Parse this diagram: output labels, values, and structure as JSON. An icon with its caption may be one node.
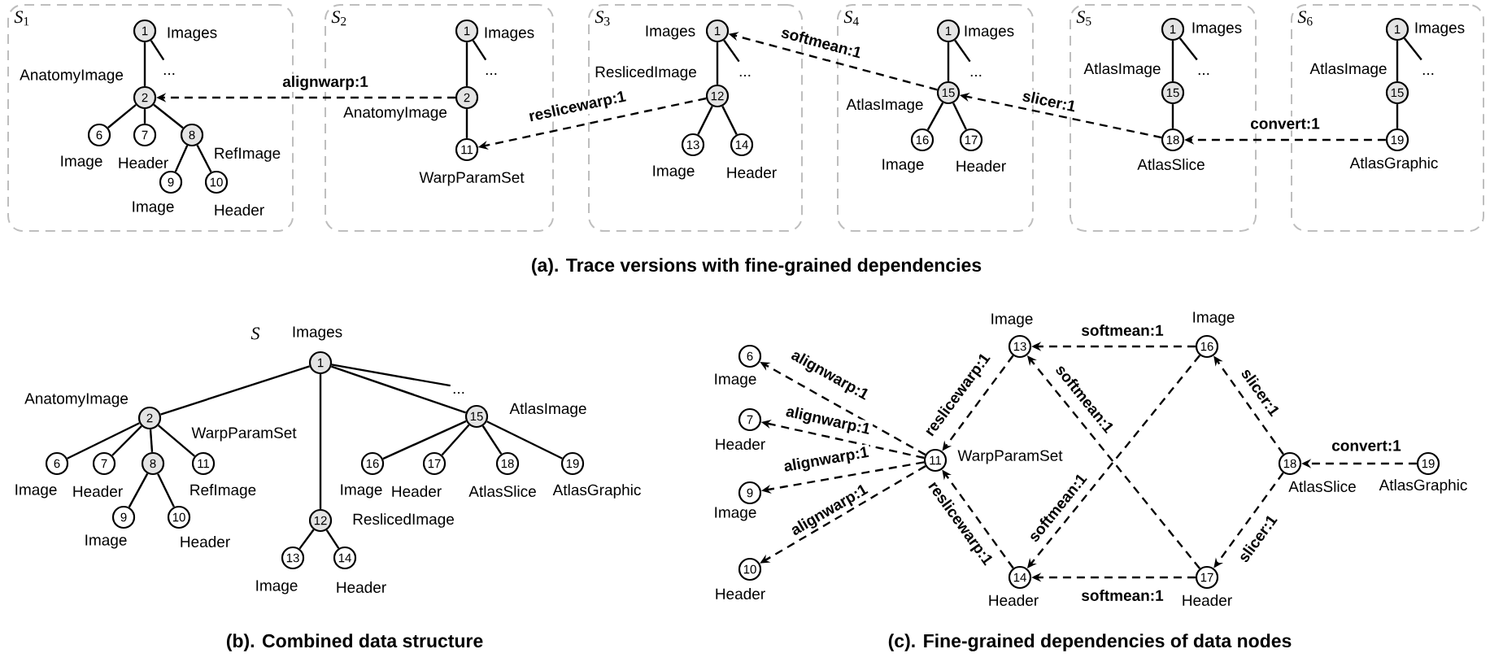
{
  "diagram": {
    "nodes": [
      {
        "text": [
          "*S*$_{1}$"
        ]
      },
      {
        "text": [
          "1"
        ],
        "beside": [
          "Images"
        ],
        "in": 0
      },
      {
        "text": [
          "..."
        ],
        "in": 0
      },
      {
        "text": [
          "2"
        ],
        "beside": [
          "AnatomyImage"
        ],
        "in": 0
      },
      {
        "text": [
          "6"
        ],
        "beside": [
          "Image"
        ],
        "in": 0
      },
      {
        "text": [
          "7"
        ],
        "beside": [
          "Header"
        ],
        "in": 0
      },
      {
        "text": [
          "8"
        ],
        "beside": [
          "RefImage"
        ],
        "in": 0
      },
      {
        "text": [
          "9"
        ],
        "beside": [
          "Image"
        ],
        "in": 0
      },
      {
        "text": [
          "10"
        ],
        "beside": [
          "Header"
        ],
        "in": 0
      },
      {
        "text": [
          "*S*$_{2}$"
        ]
      },
      {
        "text": [
          "1"
        ],
        "beside": [
          "Images"
        ],
        "in": 9
      },
      {
        "text": [
          "..."
        ],
        "in": 9
      },
      {
        "text": [
          "2"
        ],
        "beside": [
          "AnatomyImage"
        ],
        "in": 9
      },
      {
        "text": [
          "11"
        ],
        "beside": [
          "WarpParamSet"
        ],
        "in": 9
      },
      {
        "text": [
          "*S*$_{3}$"
        ]
      },
      {
        "text": [
          "1"
        ],
        "beside": [
          "Images"
        ],
        "in": 14
      },
      {
        "text": [
          "..."
        ],
        "in": 14
      },
      {
        "text": [
          "12"
        ],
        "beside": [
          "ReslicedImage"
        ],
        "in": 14
      },
      {
        "text": [
          "13"
        ],
        "beside": [
          "Image"
        ],
        "in": 14
      },
      {
        "text": [
          "14"
        ],
        "beside": [
          "Header"
        ],
        "in": 14
      },
      {
        "text": [
          "*S*$_{4}$"
        ]
      },
      {
        "text": [
          "1"
        ],
        "beside": [
          "Images"
        ],
        "in": 20
      },
      {
        "text": [
          "..."
        ],
        "in": 20
      },
      {
        "text": [
          "15"
        ],
        "beside": [
          "AtlasImage"
        ],
        "in": 20
      },
      {
        "text": [
          "16"
        ],
        "beside": [
          "Image"
        ],
        "in": 20
      },
      {
        "text": [
          "17"
        ],
        "beside": [
          "Header"
        ],
        "in": 20
      },
      {
        "text": [
          "*S*$_{5}$"
        ]
      },
      {
        "text": [
          "1"
        ],
        "beside": [
          "Images"
        ],
        "in": 26
      },
      {
        "text": [
          "..."
        ],
        "in": 26
      },
      {
        "text": [
          "15"
        ],
        "beside": [
          "AtlasImage"
        ],
        "in": 26
      },
      {
        "text": [
          "18"
        ],
        "beside": [
          "AtlasSlice"
        ],
        "in": 26
      },
      {
        "text": [
          "*S*$_{6}$"
        ]
      },
      {
        "text": [
          "1"
        ],
        "beside": [
          "Images"
        ],
        "in": 31
      },
      {
        "text": [
          "..."
        ],
        "in": 31
      },
      {
        "text": [
          "15"
        ],
        "beside": [
          "AtlasImage"
        ],
        "in": 31
      },
      {
        "text": [
          "19"
        ],
        "beside": [
          "AtlasGraphic"
        ],
        "in": 31
      },
      {
        "text": [
          "1"
        ],
        "beside": [
          "Images"
        ]
      },
      {
        "text": [
          "..."
        ]
      },
      {
        "text": [
          "2"
        ],
        "beside": [
          "AnatomyImage"
        ]
      },
      {
        "text": [
          "6"
        ],
        "beside": [
          "Image"
        ]
      },
      {
        "text": [
          "7"
        ],
        "beside": [
          "Header"
        ]
      },
      {
        "text": [
          "8"
        ]
      },
      {
        "text": [
          "9"
        ],
        "beside": [
          "Image"
        ]
      },
      {
        "text": [
          "10"
        ],
        "beside": [
          "Header"
        ]
      },
      {
        "text": [
          "11"
        ],
        "beside": [
          "WarpParamSet"
        ]
      },
      {
        "text": [
          "12"
        ],
        "beside": [
          "ReslicedImage"
        ]
      },
      {
        "text": [
          "13"
        ],
        "beside": [
          "Image"
        ]
      },
      {
        "text": [
          "14"
        ],
        "beside": [
          "Header"
        ]
      },
      {
        "text": [
          "15"
        ],
        "beside": [
          "AtlasImage"
        ]
      },
      {
        "text": [
          "16"
        ],
        "beside": [
          "Image"
        ]
      },
      {
        "text": [
          "17"
        ],
        "beside": [
          "Header"
        ]
      },
      {
        "text": [
          "18"
        ],
        "beside": [
          "AtlasSlice"
        ]
      },
      {
        "text": [
          "19"
        ],
        "beside": [
          "AtlasGraphic"
        ]
      },
      {
        "text": [
          "6"
        ],
        "beside": [
          "Image"
        ]
      },
      {
        "text": [
          "7"
        ],
        "beside": [
          "Header"
        ]
      },
      {
        "text": [
          "9"
        ],
        "beside": [
          "Image"
        ]
      },
      {
        "text": [
          "10"
        ],
        "beside": [
          "Header"
        ]
      },
      {
        "text": [
          "11"
        ],
        "beside": [
          "WarpParamSet"
        ]
      },
      {
        "text": [
          "13"
        ],
        "beside": [
          "Image"
        ]
      },
      {
        "text": [
          "14"
        ],
        "beside": [
          "Header"
        ]
      },
      {
        "text": [
          "16"
        ],
        "beside": [
          "Image"
        ]
      },
      {
        "text": [
          "17"
        ],
        "beside": [
          "Header"
        ]
      },
      {
        "text": [
          "18"
        ],
        "beside": [
          "AtlasSlice"
        ]
      },
      {
        "text": [
          "19"
        ],
        "beside": [
          "AtlasGraphic"
        ]
      }
    ],
    "edges": [
      {
        "from": 1,
        "to": 3,
        "arrow": "none"
      },
      {
        "from": 1,
        "to": 2,
        "arrow": "none"
      },
      {
        "from": 3,
        "to": 4,
        "arrow": "none"
      },
      {
        "from": 3,
        "to": 5,
        "arrow": "none"
      },
      {
        "from": 3,
        "to": 6,
        "arrow": "none"
      },
      {
        "from": 6,
        "to": 7,
        "arrow": "none"
      },
      {
        "from": 6,
        "to": 8,
        "arrow": "none"
      },
      {
        "from": 10,
        "to": 12,
        "arrow": "none"
      },
      {
        "from": 10,
        "to": 11,
        "arrow": "none"
      },
      {
        "from": 12,
        "to": 13,
        "arrow": "none"
      },
      {
        "from": 15,
        "to": 17,
        "arrow": "none"
      },
      {
        "from": 15,
        "to": 16,
        "arrow": "none"
      },
      {
        "from": 17,
        "to": 18,
        "arrow": "none"
      },
      {
        "from": 17,
        "to": 19,
        "arrow": "none"
      },
      {
        "from": 21,
        "to": 23,
        "arrow": "none"
      },
      {
        "from": 21,
        "to": 22,
        "arrow": "none"
      },
      {
        "from": 23,
        "to": 24,
        "arrow": "none"
      },
      {
        "from": 23,
        "to": 25,
        "arrow": "none"
      },
      {
        "from": 27,
        "to": 29,
        "arrow": "none"
      },
      {
        "from": 27,
        "to": 28,
        "arrow": "none"
      },
      {
        "from": 29,
        "to": 30,
        "arrow": "none"
      },
      {
        "from": 32,
        "to": 34,
        "arrow": "none"
      },
      {
        "from": 32,
        "to": 33,
        "arrow": "none"
      },
      {
        "from": 34,
        "to": 35,
        "arrow": "none"
      },
      {
        "from": 12,
        "to": 3,
        "arrow": "to",
        "label": "alignwarp:1",
        "style": "dashed"
      },
      {
        "from": 17,
        "to": 13,
        "arrow": "to",
        "label": "reslicewarp:1",
        "style": "dashed"
      },
      {
        "from": 23,
        "to": 15,
        "arrow": "to",
        "label": "softmean:1",
        "style": "dashed"
      },
      {
        "from": 30,
        "to": 23,
        "arrow": "to",
        "label": "slicer:1",
        "style": "dashed"
      },
      {
        "from": 35,
        "to": 30,
        "arrow": "to",
        "label": "convert:1",
        "style": "dashed"
      },
      {
        "from": 36,
        "to": 38,
        "arrow": "none"
      },
      {
        "from": 36,
        "to": 45,
        "arrow": "none"
      },
      {
        "from": 36,
        "to": 48,
        "arrow": "none"
      },
      {
        "from": 36,
        "to": 37,
        "arrow": "none"
      },
      {
        "from": 38,
        "to": 39,
        "arrow": "none"
      },
      {
        "from": 38,
        "to": 40,
        "arrow": "none"
      },
      {
        "from": 38,
        "to": 41,
        "arrow": "none"
      },
      {
        "from": 38,
        "to": 44,
        "arrow": "none"
      },
      {
        "from": 41,
        "to": 42,
        "arrow": "none"
      },
      {
        "from": 41,
        "to": 43,
        "arrow": "none"
      },
      {
        "from": 45,
        "to": 46,
        "arrow": "none"
      },
      {
        "from": 45,
        "to": 47,
        "arrow": "none"
      },
      {
        "from": 48,
        "to": 49,
        "arrow": "none"
      },
      {
        "from": 48,
        "to": 50,
        "arrow": "none"
      },
      {
        "from": 48,
        "to": 51,
        "arrow": "none"
      },
      {
        "from": 48,
        "to": 52,
        "arrow": "none"
      },
      {
        "from": 57,
        "to": 53,
        "arrow": "to",
        "label": "alignwarp:1",
        "style": "dashed"
      },
      {
        "from": 57,
        "to": 54,
        "arrow": "to",
        "label": "alignwarp:1",
        "style": "dashed"
      },
      {
        "from": 57,
        "to": 55,
        "arrow": "to",
        "label": "alignwarp:1",
        "style": "dashed"
      },
      {
        "from": 57,
        "to": 56,
        "arrow": "to",
        "label": "alignwarp:1",
        "style": "dashed"
      },
      {
        "from": 58,
        "to": 57,
        "arrow": "to",
        "label": "reslicewarp:1",
        "style": "dashed"
      },
      {
        "from": 59,
        "to": 57,
        "arrow": "to",
        "label": "reslicewarp:1",
        "style": "dashed"
      },
      {
        "from": 60,
        "to": 58,
        "arrow": "to",
        "label": "softmean:1",
        "style": "dashed"
      },
      {
        "from": 61,
        "to": 58,
        "arrow": "to",
        "label": "softmean:1",
        "style": "dashed"
      },
      {
        "from": 60,
        "to": 59,
        "arrow": "to",
        "label": "softmean:1",
        "style": "dashed"
      },
      {
        "from": 61,
        "to": 59,
        "arrow": "to",
        "label": "softmean:1",
        "style": "dashed"
      },
      {
        "from": 62,
        "to": 60,
        "arrow": "to",
        "label": "slicer:1",
        "style": "dashed"
      },
      {
        "from": 62,
        "to": 61,
        "arrow": "to",
        "label": "slicer:1",
        "style": "dashed"
      },
      {
        "from": 63,
        "to": 62,
        "arrow": "to",
        "label": "convert:1",
        "style": "dashed"
      }
    ],
    "labels": [
      "(a). Trace versions with fine-grained dependencies",
      "S",
      "RefImage",
      "(b). Combined data structure",
      "(c). Fine-grained dependencies of data nodes"
    ]
  }
}
